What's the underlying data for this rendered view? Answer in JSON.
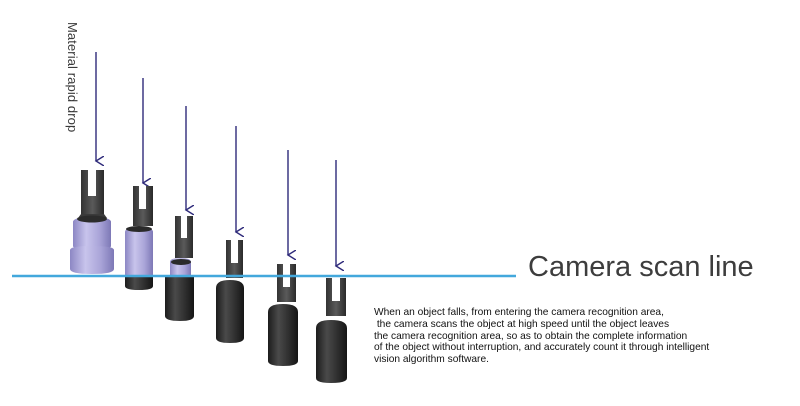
{
  "diagram": {
    "vertical_label": "Material rapid drop",
    "scan_line_label": "Camera scan line",
    "description_lines": [
      "When an object falls, from entering the camera recognition area,",
      " the camera scans the object at high speed until the object leaves",
      "the camera recognition area, so as to obtain the complete information",
      "of the object without interruption, and accurately count it through intelligent",
      "vision algorithm software."
    ]
  },
  "colors": {
    "arrow": "#2e2a7a",
    "scan_line": "#43a8dc",
    "sleeve_above_line": "#a8a3d6",
    "sleeve_below_line": "#2b2b2b",
    "fork_metal": "#444444"
  },
  "terminals": [
    {
      "id": "terminal-1",
      "scan_state": "above-line"
    },
    {
      "id": "terminal-2",
      "scan_state": "crossing-line"
    },
    {
      "id": "terminal-3",
      "scan_state": "crossing-line"
    },
    {
      "id": "terminal-4",
      "scan_state": "below-line"
    },
    {
      "id": "terminal-5",
      "scan_state": "below-line"
    },
    {
      "id": "terminal-6",
      "scan_state": "below-line"
    }
  ]
}
